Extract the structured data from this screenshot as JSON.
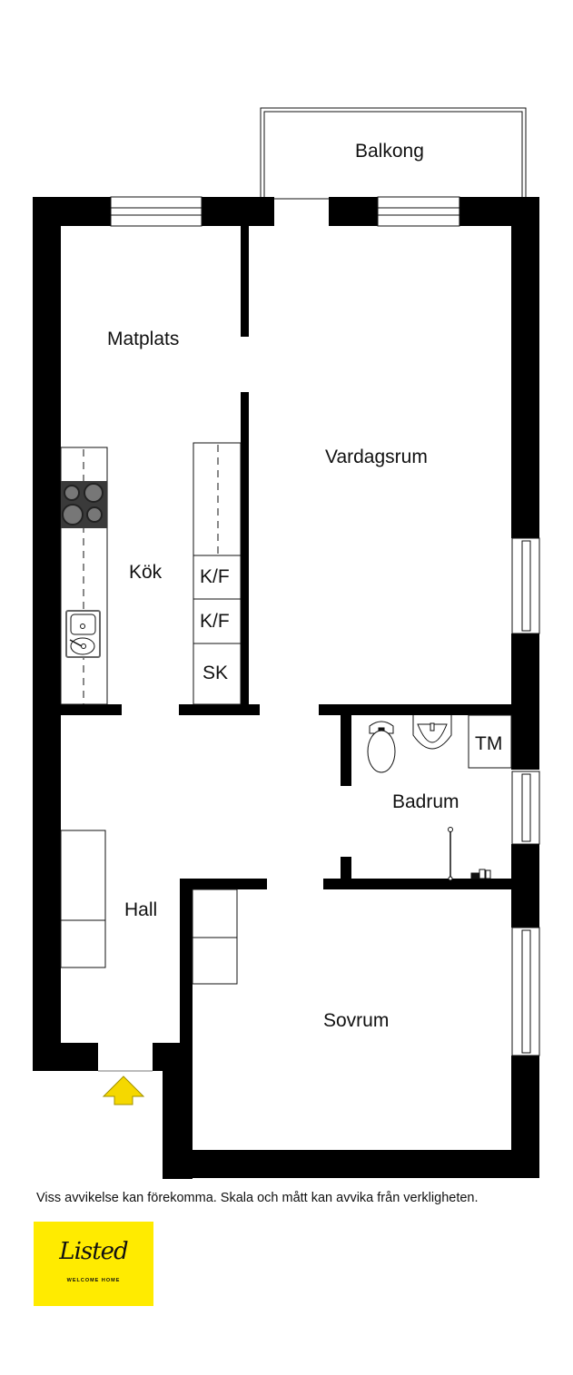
{
  "floorplan": {
    "rooms": [
      {
        "id": "balkong",
        "label": "Balkong"
      },
      {
        "id": "matplats",
        "label": "Matplats"
      },
      {
        "id": "vardagsrum",
        "label": "Vardagsrum"
      },
      {
        "id": "kok",
        "label": "Kök"
      },
      {
        "id": "badrum",
        "label": "Badrum"
      },
      {
        "id": "hall",
        "label": "Hall"
      },
      {
        "id": "sovrum",
        "label": "Sovrum"
      }
    ],
    "fixtures": {
      "kf1": "K/F",
      "kf2": "K/F",
      "sk": "SK",
      "tm": "TM"
    },
    "entrance_arrow_color": "#f5d800",
    "wall_color": "#000000"
  },
  "footer": {
    "disclaimer": "Viss avvikelse kan förekomma. Skala och mått kan avvika från verkligheten."
  },
  "logo": {
    "brand": "Listed",
    "tagline": "WELCOME HOME",
    "background_color": "#ffeb00"
  }
}
